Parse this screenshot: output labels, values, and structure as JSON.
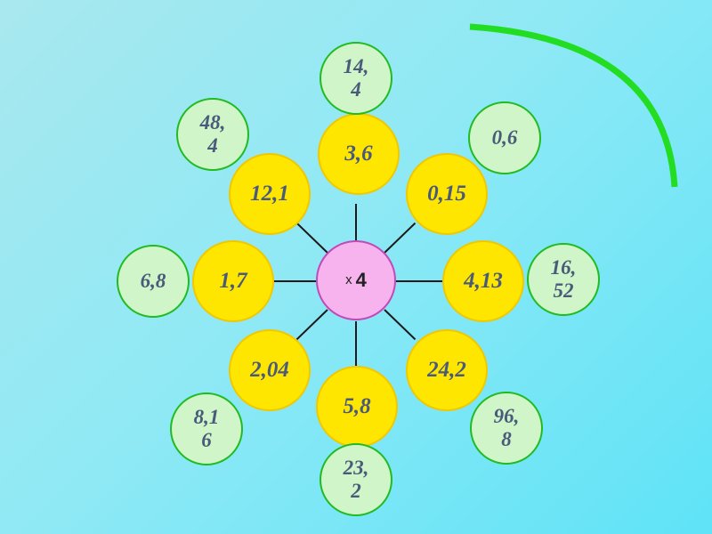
{
  "center": {
    "operator": "x",
    "number": "4"
  },
  "petals": [
    {
      "id": "top",
      "value": "3,6",
      "answer": "14,\n4"
    },
    {
      "id": "top-right",
      "value": "0,15",
      "answer": "0,6"
    },
    {
      "id": "right",
      "value": "4,13",
      "answer": "16,\n52"
    },
    {
      "id": "bottom-right",
      "value": "24,2",
      "answer": "96,\n8"
    },
    {
      "id": "bottom",
      "value": "5,8",
      "answer": "23,\n2"
    },
    {
      "id": "bottom-left",
      "value": "2,04",
      "answer": "8,1\n6"
    },
    {
      "id": "left",
      "value": "1,7",
      "answer": "6,8"
    },
    {
      "id": "top-left",
      "value": "12,1",
      "answer": "48,\n4"
    }
  ],
  "colors": {
    "petal": "#ffe600",
    "answer": "#cff5c8",
    "answer_border": "#22bb22",
    "center": "#f7b3ee",
    "arc": "#22dd22"
  }
}
